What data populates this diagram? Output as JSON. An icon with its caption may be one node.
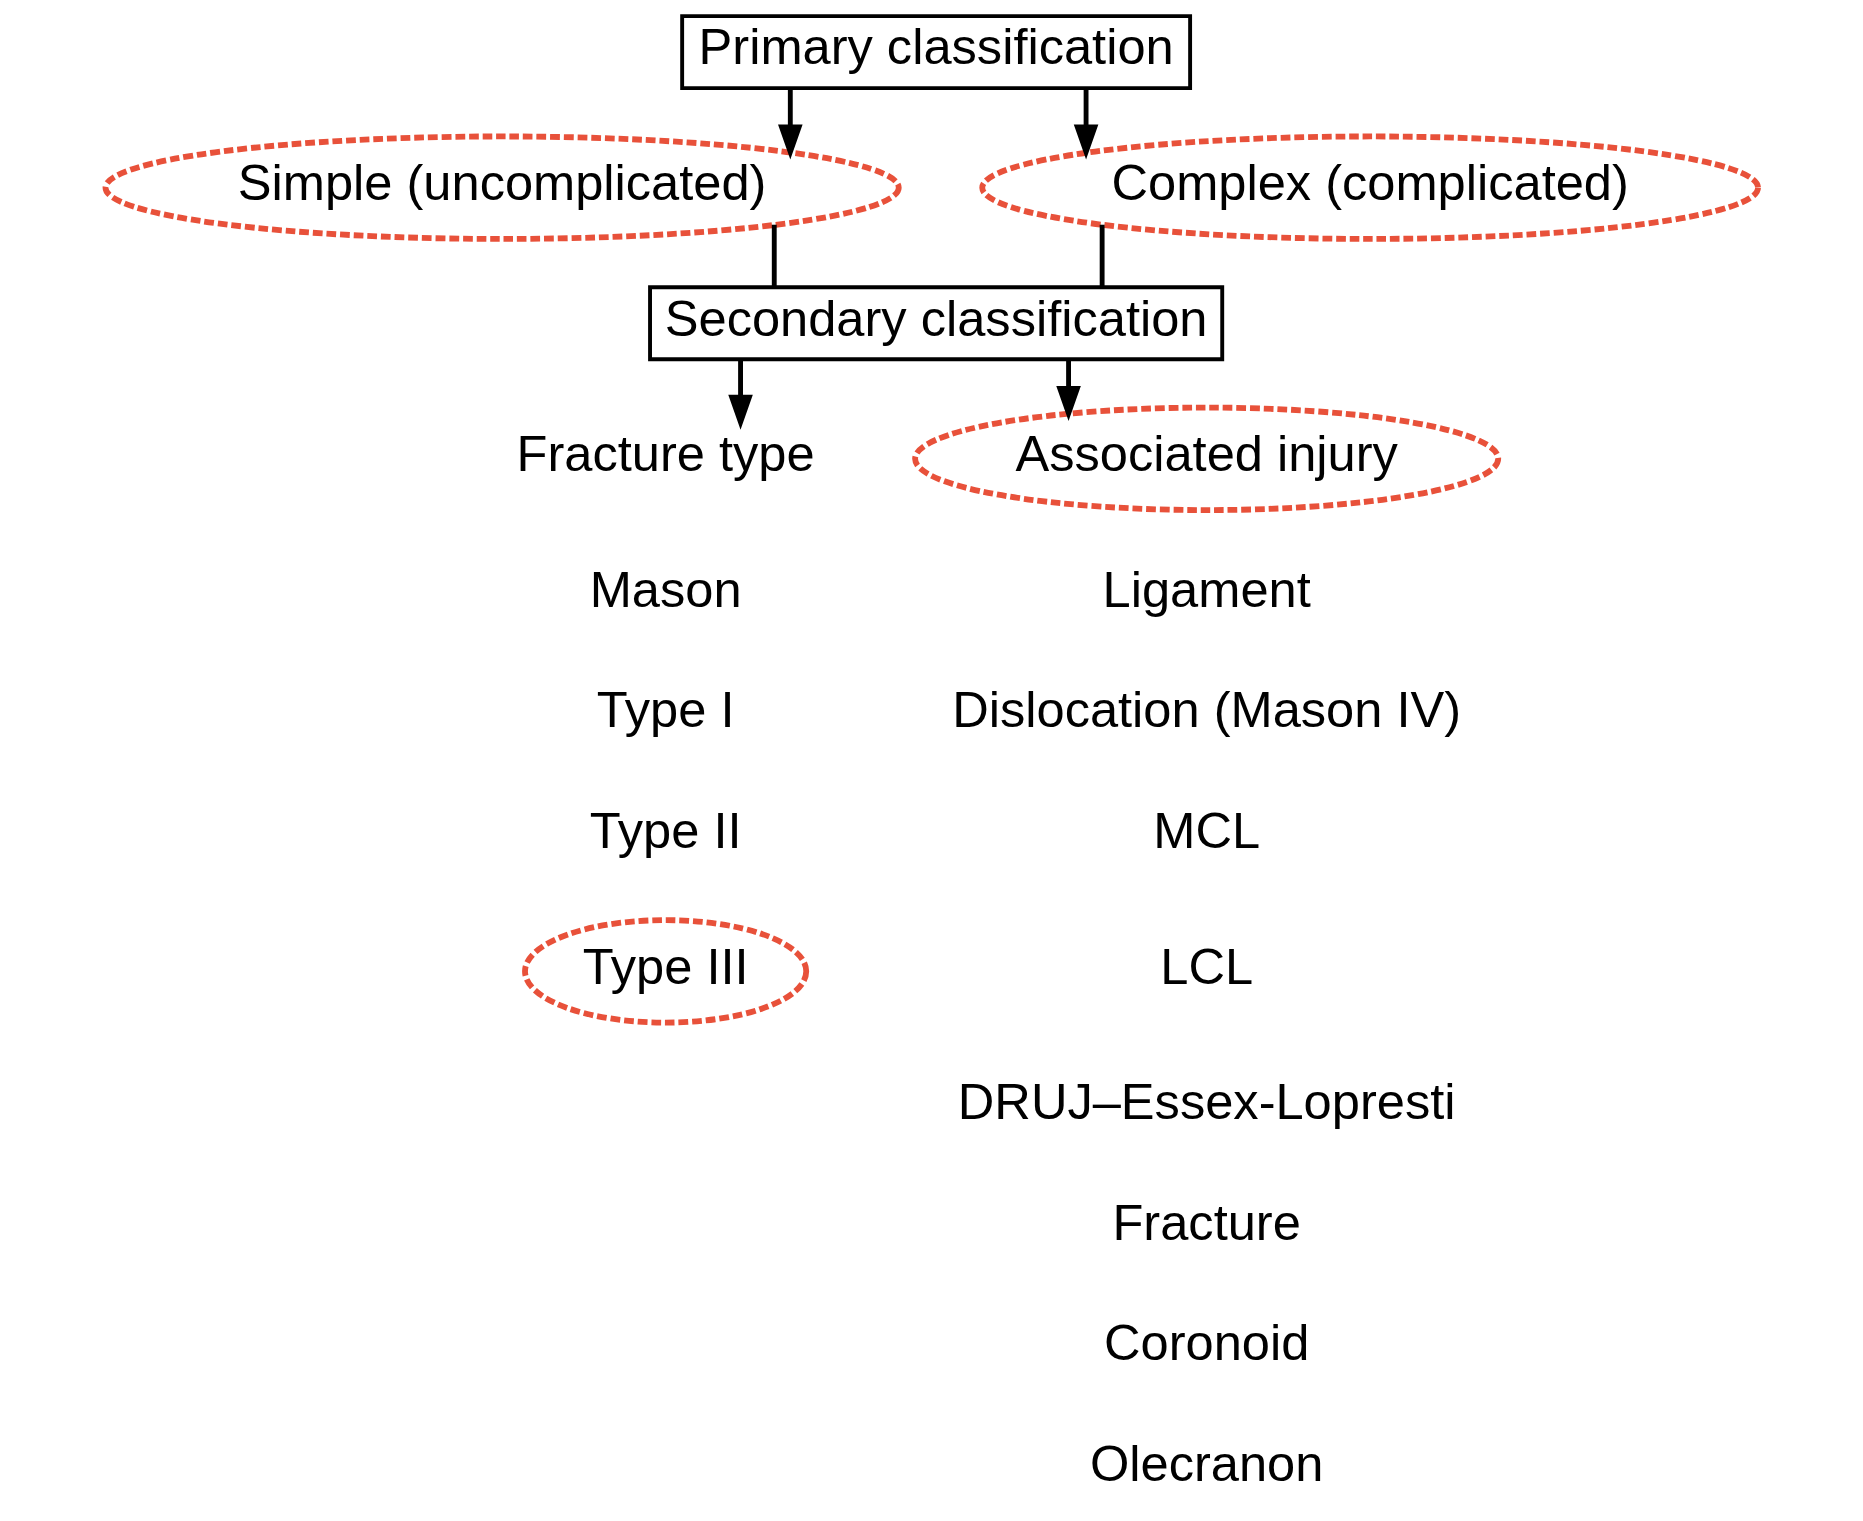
{
  "diagram": {
    "nodes": [
      {
        "text": [
          "Primary classification"
        ]
      },
      {
        "text": [
          "Simple (uncomplicated)"
        ]
      },
      {
        "text": [
          "Complex (complicated)"
        ]
      },
      {
        "text": [
          "Secondary classification"
        ]
      },
      {
        "text": [
          "Fracture type"
        ]
      },
      {
        "text": [
          "Associated injury"
        ]
      },
      {
        "text": [
          "Type III"
        ]
      }
    ],
    "edges": [
      {
        "from": 0,
        "to": 1,
        "arrow": "to"
      },
      {
        "from": 0,
        "to": 2,
        "arrow": "to"
      },
      {
        "from": 1,
        "to": 3,
        "arrow": "none"
      },
      {
        "from": 2,
        "to": 3,
        "arrow": "none"
      },
      {
        "from": 3,
        "to": 4,
        "arrow": "to"
      },
      {
        "from": 3,
        "to": 5,
        "arrow": "to"
      }
    ],
    "labels": [
      "Mason",
      "Type I",
      "Type II",
      "Ligament",
      "Dislocation (Mason IV)",
      "MCL",
      "LCL",
      "DRUJ–Essex-Lopresti",
      "Fracture",
      "Coronoid",
      "Olecranon"
    ]
  }
}
